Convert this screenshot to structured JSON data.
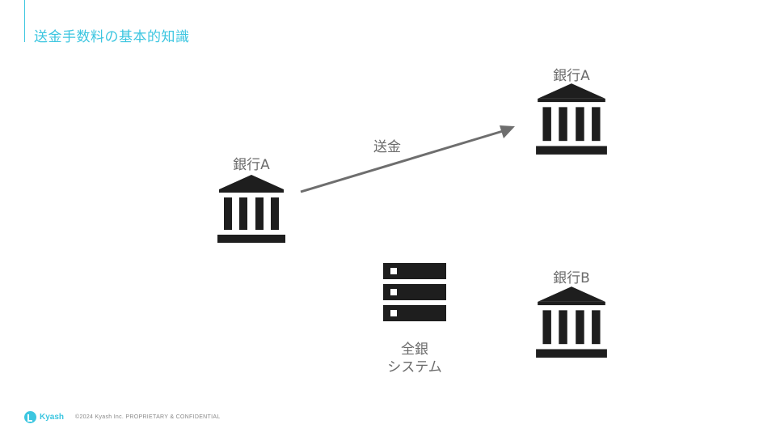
{
  "slide": {
    "title": "送金手数料の基本的知識"
  },
  "diagram": {
    "nodes": {
      "bank_a_left": {
        "label": "銀行A",
        "icon": "bank-icon"
      },
      "bank_a_right": {
        "label": "銀行A",
        "icon": "bank-icon"
      },
      "bank_b": {
        "label": "銀行B",
        "icon": "bank-icon"
      },
      "zengin": {
        "label_line1": "全銀",
        "label_line2": "システム",
        "icon": "server-icon"
      }
    },
    "edges": [
      {
        "from": "bank_a_left",
        "to": "bank_a_right",
        "label": "送金"
      }
    ],
    "colors": {
      "icon": "#1e1e1e",
      "arrow": "#6e6e6e",
      "label": "#6b6b6b"
    }
  },
  "footer": {
    "logo_text": "Kyash",
    "copyright": "©2024 Kyash Inc.   PROPRIETARY & CONFIDENTIAL"
  },
  "colors": {
    "accent": "#3cc6e0"
  }
}
